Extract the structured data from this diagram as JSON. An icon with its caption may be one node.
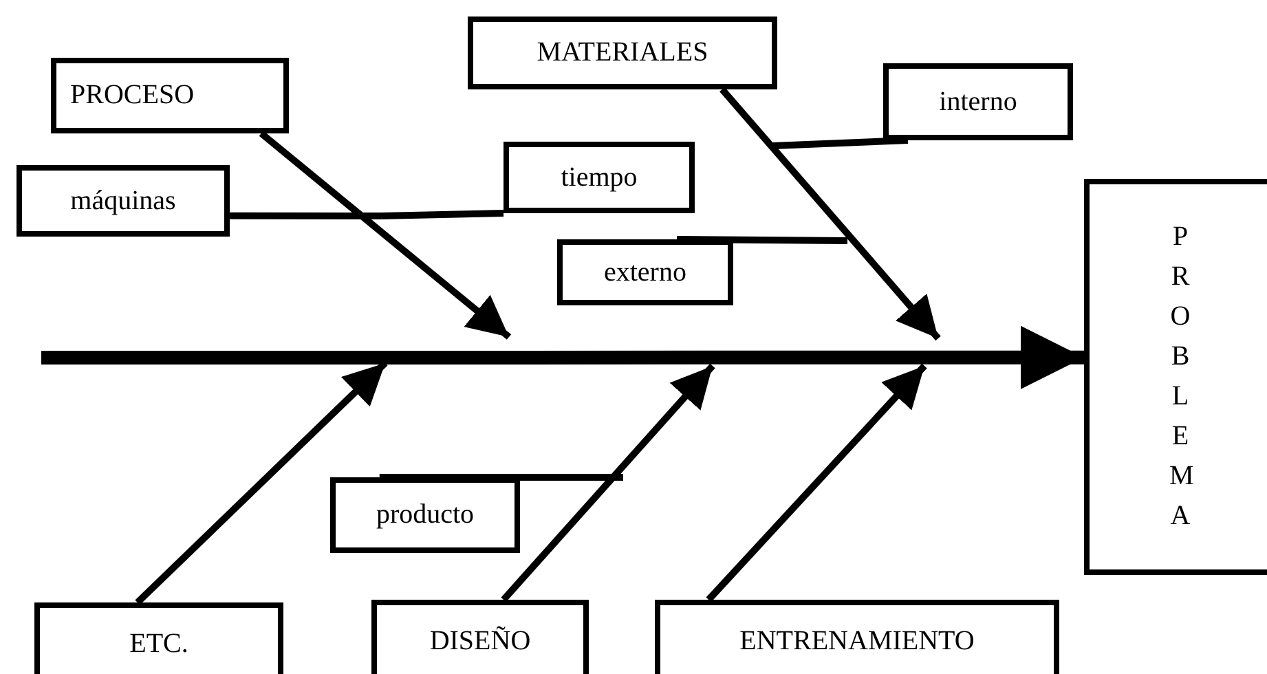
{
  "diagram": {
    "nodes": [
      {
        "text": [
          "PROCESO"
        ]
      },
      {
        "text": [
          "MATERIALES"
        ]
      },
      {
        "text": [
          "interno"
        ]
      },
      {
        "text": [
          "máquinas"
        ]
      },
      {
        "text": [
          "tiempo"
        ]
      },
      {
        "text": [
          "externo"
        ]
      },
      {
        "text": [
          "PROBLEMA"
        ]
      },
      {
        "text": [
          "producto"
        ]
      },
      {
        "text": [
          "ETC."
        ]
      },
      {
        "text": [
          "DISEÑO"
        ]
      },
      {
        "text": [
          "ENTRENAMIENTO"
        ]
      }
    ],
    "edges": [
      {
        "from": null,
        "to": 6,
        "arrow": "to",
        "style": "thick"
      },
      {
        "from": 0,
        "to": null,
        "arrow": "to"
      },
      {
        "from": 3,
        "to": null,
        "arrow": "none"
      },
      {
        "from": 4,
        "to": null,
        "arrow": "none"
      },
      {
        "from": 1,
        "to": null,
        "arrow": "to"
      },
      {
        "from": 2,
        "to": null,
        "arrow": "none"
      },
      {
        "from": 5,
        "to": null,
        "arrow": "none"
      },
      {
        "from": 8,
        "to": null,
        "arrow": "to"
      },
      {
        "from": 7,
        "to": null,
        "arrow": "none"
      },
      {
        "from": 9,
        "to": null,
        "arrow": "to"
      },
      {
        "from": 10,
        "to": null,
        "arrow": "to"
      }
    ]
  }
}
